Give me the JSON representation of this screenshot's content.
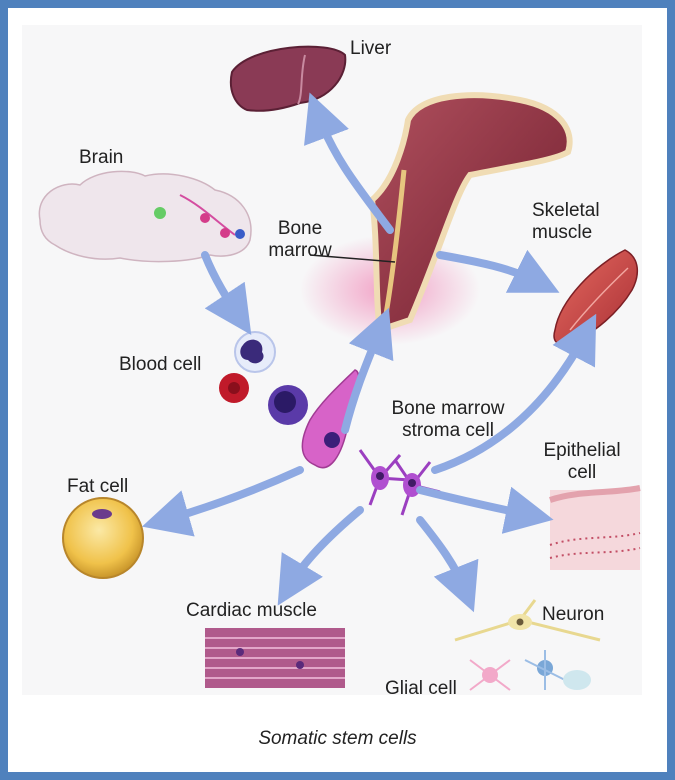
{
  "labels": {
    "liver": "Liver",
    "brain": "Brain",
    "bone_marrow_line1": "Bone",
    "bone_marrow_line2": "marrow",
    "skeletal_muscle_line1": "Skeletal",
    "skeletal_muscle_line2": "muscle",
    "blood_cell": "Blood cell",
    "stroma_line1": "Bone marrow",
    "stroma_line2": "stroma cell",
    "epithelial_line1": "Epithelial",
    "epithelial_line2": "cell",
    "fat_cell": "Fat cell",
    "cardiac_muscle": "Cardiac muscle",
    "neuron": "Neuron",
    "glial_cell": "Glial cell"
  },
  "caption": "Somatic stem cells",
  "colors": {
    "border": "#4f81bd",
    "arrow": "#8ea9e2",
    "bone": "#8b2a3c",
    "liver": "#8a3a55",
    "muscle": "#c84a4a"
  }
}
